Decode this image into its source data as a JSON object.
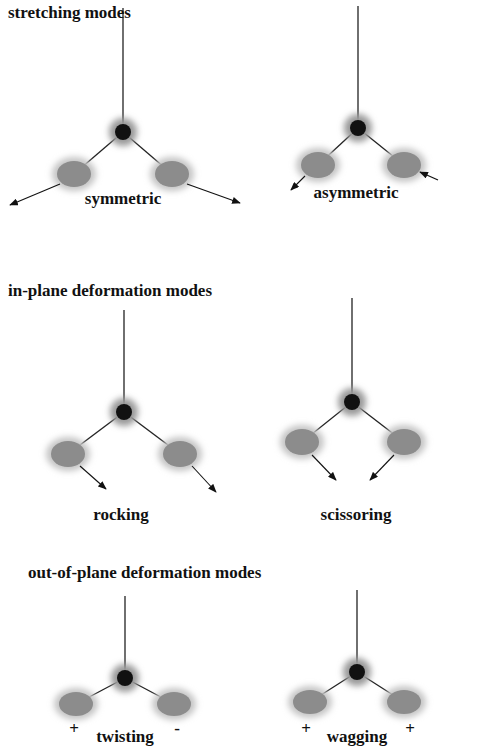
{
  "diagram": {
    "labels": [
      "stretching modes",
      "symmetric",
      "asymmetric",
      "in-plane deformation modes",
      "rocking",
      "scissoring",
      "out-of-plane deformation modes",
      "+",
      "-",
      "twisting",
      "+",
      "+",
      "wagging"
    ]
  }
}
